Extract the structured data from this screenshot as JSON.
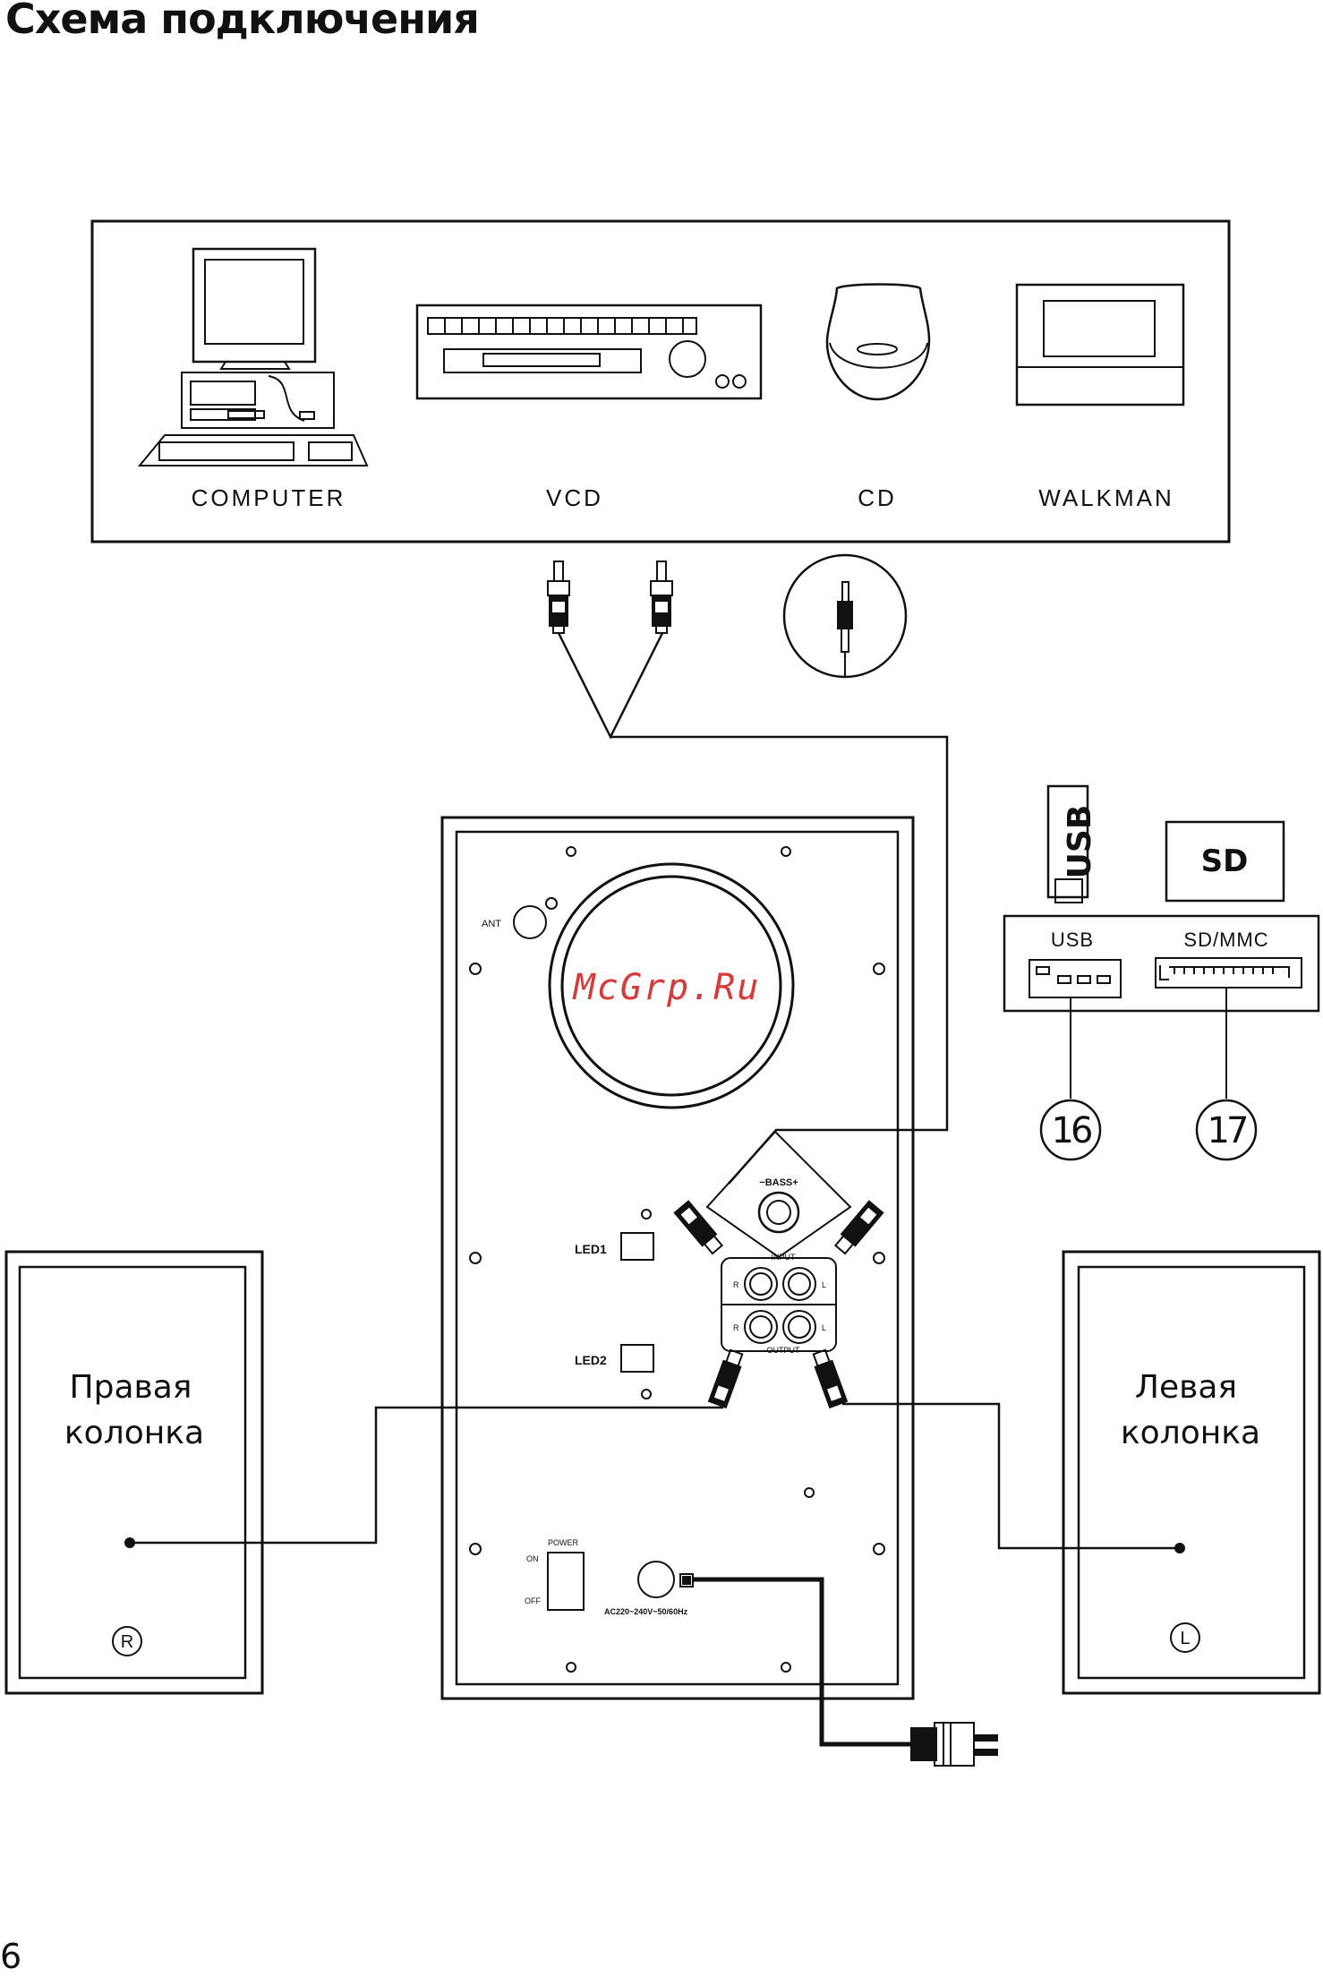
{
  "title": "Схема подключения",
  "page_number": "6",
  "devices": {
    "computer": "COMPUTER",
    "vcd": "VCD",
    "cd": "CD",
    "walkman": "WALKMAN"
  },
  "media": {
    "usb_stick": "USB",
    "sd_card": "SD",
    "port_usb": "USB",
    "port_sdmmc": "SD/MMC",
    "callout_usb": "16",
    "callout_sd": "17"
  },
  "panel": {
    "ant": "ANT",
    "bass": "−BASS+",
    "led1": "LED1",
    "led2": "LED2",
    "input": "INPUT",
    "output": "OUTPUT",
    "r": "R",
    "l": "L",
    "power": "POWER",
    "on": "ON",
    "off": "OFF",
    "ac": "AC220~240V~50/60Hz",
    "watermark": "McGrp.Ru"
  },
  "speakers": {
    "right_line1": "Правая",
    "right_line2": "колонка",
    "right_mark": "R",
    "left_line1": "Левая",
    "left_line2": "колонка",
    "left_mark": "L"
  }
}
